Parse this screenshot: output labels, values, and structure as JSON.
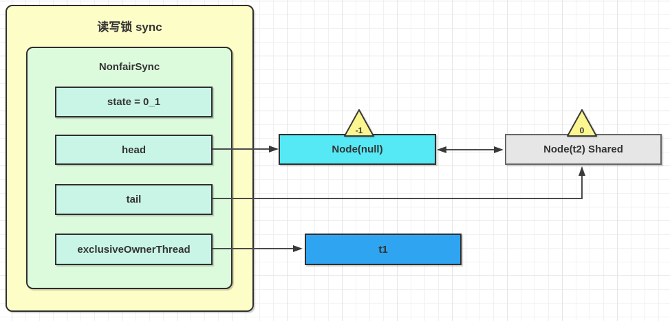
{
  "colors": {
    "outer-fill": "#FDFDC8",
    "inner-fill": "#DCFADC",
    "field-fill": "#C9F5E6",
    "node-null-fill": "#55E8F5",
    "node-t2-fill": "#E6E6E6",
    "node-t2-border": "#666666",
    "t1-fill": "#2FA4F0",
    "badge-fill": "#FBF68F",
    "line": "#2e2e2e",
    "connector": "#4a4a4a",
    "text": "#333333",
    "grid-minor": "#f1f1f1",
    "grid-major": "#e4e4e4"
  },
  "sync": {
    "title": "读写锁 sync",
    "inner_title": "NonfairSync",
    "fields": [
      {
        "label": "state = 0_1"
      },
      {
        "label": "head"
      },
      {
        "label": "tail"
      },
      {
        "label": "exclusiveOwnerThread"
      }
    ]
  },
  "nodes": {
    "node_null": {
      "label": "Node(null)",
      "badge": "-1"
    },
    "node_t2": {
      "label": "Node(t2) Shared",
      "badge": "0"
    },
    "t1": {
      "label": "t1"
    }
  }
}
